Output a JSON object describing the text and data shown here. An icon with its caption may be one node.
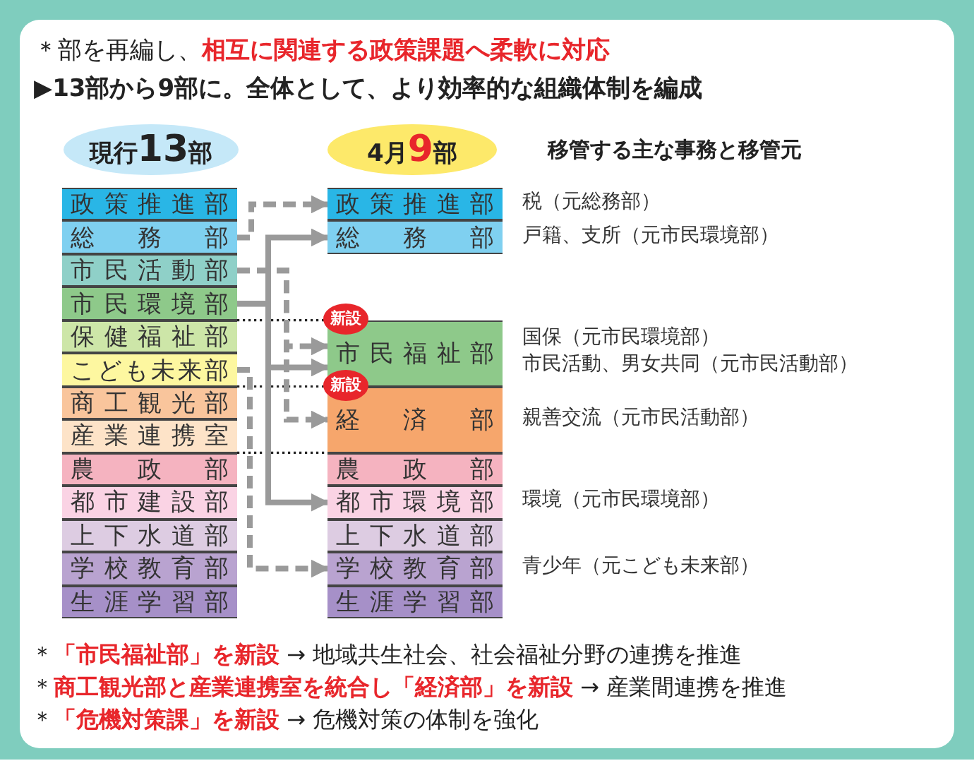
{
  "diagram": {
    "title": "＊部を再編し、**相互に関連する政策課題へ柔軟に対応**",
    "nodes": [
      {
        "text": [
          "現行**13**部"
        ]
      },
      {
        "text": [
          "4月**9**部"
        ]
      },
      {
        "text": [
          "政策推進部"
        ]
      },
      {
        "text": [
          "総務部"
        ]
      },
      {
        "text": [
          "市民活動部"
        ]
      },
      {
        "text": [
          "市民環境部"
        ]
      },
      {
        "text": [
          "保健福祉部"
        ]
      },
      {
        "text": [
          "こども未来部"
        ]
      },
      {
        "text": [
          "商工観光部"
        ]
      },
      {
        "text": [
          "産業連携室"
        ]
      },
      {
        "text": [
          "農政部"
        ]
      },
      {
        "text": [
          "都市建設部"
        ]
      },
      {
        "text": [
          "上下水道部"
        ]
      },
      {
        "text": [
          "学校教育部"
        ]
      },
      {
        "text": [
          "生涯学習部"
        ]
      },
      {
        "text": [
          "政策推進部"
        ],
        "beside": [
          "税（元総務部）"
        ]
      },
      {
        "text": [
          "総務部"
        ],
        "beside": [
          "戸籍、支所（元市民環境部）"
        ]
      },
      {
        "text": [
          "新設"
        ]
      },
      {
        "text": [
          "市民福祉部"
        ],
        "beside": [
          "国保（元市民環境部）",
          "市民活動、男女共同（元市民活動部）"
        ]
      },
      {
        "text": [
          "新設"
        ]
      },
      {
        "text": [
          "経済部"
        ],
        "beside": [
          "親善交流（元市民活動部）"
        ]
      },
      {
        "text": [
          "農政部"
        ]
      },
      {
        "text": [
          "都市環境部"
        ],
        "beside": [
          "環境（元市民環境部）"
        ]
      },
      {
        "text": [
          "上下水道部"
        ]
      },
      {
        "text": [
          "学校教育部"
        ],
        "beside": [
          "青少年（元こども未来部）"
        ]
      },
      {
        "text": [
          "生涯学習部"
        ]
      }
    ],
    "edges": [
      {
        "from": 3,
        "to": 15,
        "arrow": "to",
        "style": "dashed"
      },
      {
        "from": 5,
        "to": 16,
        "arrow": "to"
      },
      {
        "from": 5,
        "to": 18,
        "arrow": "to"
      },
      {
        "from": 5,
        "to": 22,
        "arrow": "to"
      },
      {
        "from": 4,
        "to": 18,
        "arrow": "to",
        "style": "dashed"
      },
      {
        "from": 4,
        "to": 20,
        "arrow": "to",
        "style": "dashed"
      },
      {
        "from": 7,
        "to": 24,
        "arrow": "to",
        "style": "dashed"
      }
    ],
    "labels": [
      "▶13部から9部に。全体として、より効率的な組織体制を編成",
      "移管する主な事務と移管元",
      "＊**「市民福祉部」を新設** → 地域共生社会、社会福祉分野の連携を推進",
      "＊**商工観光部と産業連携室を統合し「経済部」を新設** → 産業間連携を推進",
      "＊**「危機対策課」を新設** → 危機対策の体制を強化"
    ]
  }
}
